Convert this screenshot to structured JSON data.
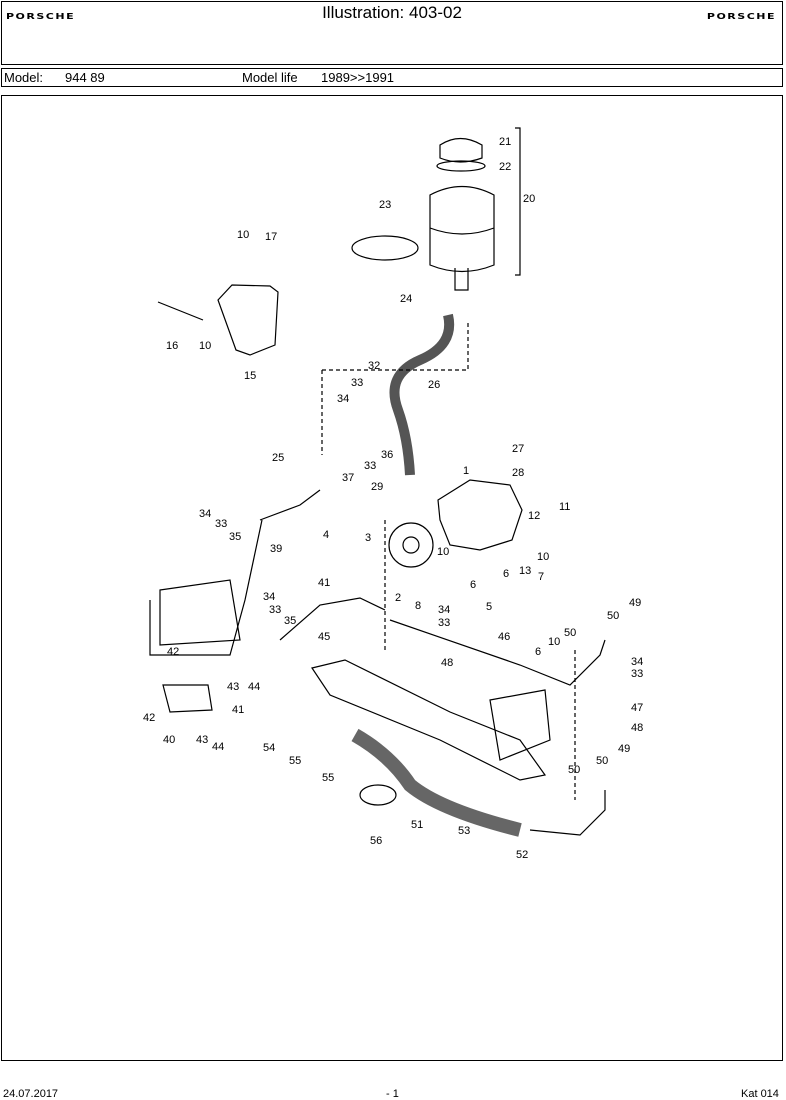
{
  "header": {
    "brand_left": "PORSCHE",
    "brand_right": "PORSCHE",
    "title": "Illustration: 403-02"
  },
  "model_bar": {
    "model_label": "Model:",
    "model_value": "944 89",
    "life_label": "Model life",
    "life_value": "1989>>1991"
  },
  "footer": {
    "date": "24.07.2017",
    "page": "- 1",
    "catalog": "Kat 014"
  },
  "callouts": [
    "21",
    "22",
    "20",
    "23",
    "10",
    "17",
    "24",
    "16",
    "10",
    "15",
    "26",
    "32",
    "33",
    "34",
    "25",
    "37",
    "33",
    "36",
    "27",
    "28",
    "29",
    "1",
    "11",
    "12",
    "34",
    "33",
    "35",
    "39",
    "4",
    "3",
    "10",
    "10",
    "13",
    "6",
    "2",
    "8",
    "6",
    "5",
    "7",
    "41",
    "34",
    "33",
    "35",
    "45",
    "34",
    "33",
    "46",
    "6",
    "10",
    "50",
    "49",
    "50",
    "34",
    "33",
    "42",
    "43",
    "44",
    "48",
    "42",
    "41",
    "40",
    "43",
    "44",
    "54",
    "55",
    "55",
    "47",
    "48",
    "56",
    "51",
    "50",
    "50",
    "49",
    "53",
    "52"
  ]
}
